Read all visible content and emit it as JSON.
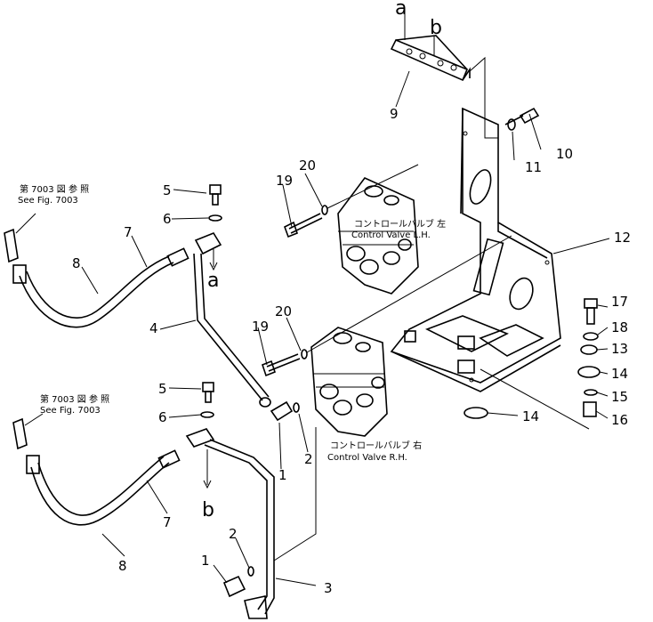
{
  "callouts": {
    "n1a": "1",
    "n1b": "1",
    "n2a": "2",
    "n2b": "2",
    "n3": "3",
    "n4": "4",
    "n5a": "5",
    "n5b": "5",
    "n6a": "6",
    "n6b": "6",
    "n7a": "7",
    "n7b": "7",
    "n8a": "8",
    "n8b": "8",
    "n9": "9",
    "n10": "10",
    "n11": "11",
    "n12": "12",
    "n13": "13",
    "n14a": "14",
    "n14b": "14",
    "n15": "15",
    "n16": "16",
    "n17": "17",
    "n18": "18",
    "n19a": "19",
    "n19b": "19",
    "n20a": "20",
    "n20b": "20"
  },
  "letters": {
    "a_top": "a",
    "b_top": "b",
    "a_mid": "a",
    "b_mid": "b"
  },
  "notes": {
    "ref1_jp": "第 7003 図 参 照",
    "ref1_en": "See Fig. 7003",
    "ref2_jp": "第 7003 図 参 照",
    "ref2_en": "See Fig. 7003",
    "valve_lh_jp": "コントロールバルブ 左",
    "valve_lh_en": "Control Valve L.H.",
    "valve_rh_jp": "コントロールバルブ 右",
    "valve_rh_en": "Control Valve R.H."
  }
}
